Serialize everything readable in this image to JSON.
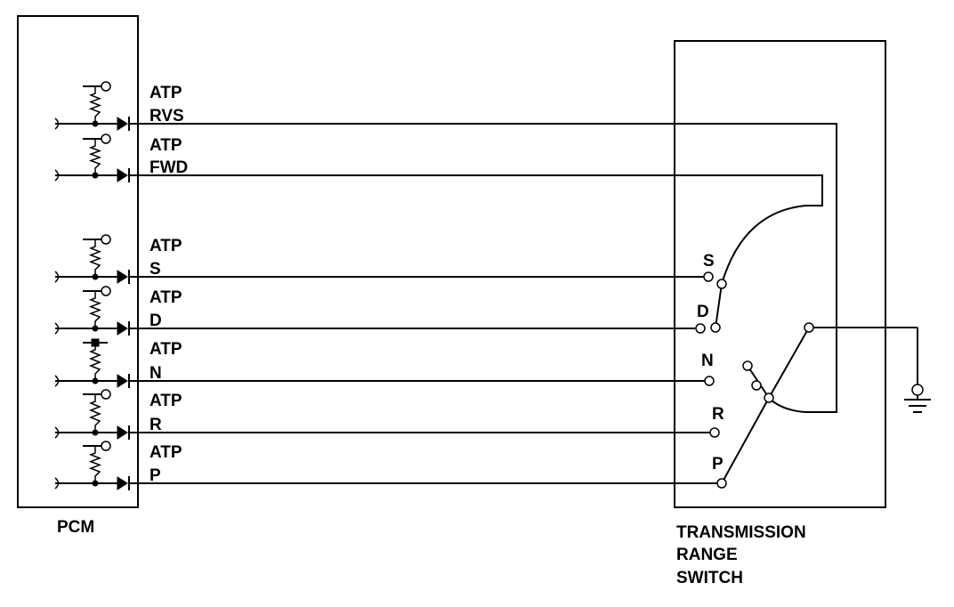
{
  "pcm": {
    "label": "PCM",
    "circuits": [
      {
        "key": "rvs",
        "line1": "ATP",
        "line2": "RVS",
        "pullup_terminal": "open"
      },
      {
        "key": "fwd",
        "line1": "ATP",
        "line2": "FWD",
        "pullup_terminal": "open"
      },
      {
        "key": "s",
        "line1": "ATP",
        "line2": "S",
        "pullup_terminal": "open"
      },
      {
        "key": "d",
        "line1": "ATP",
        "line2": "D",
        "pullup_terminal": "open"
      },
      {
        "key": "n",
        "line1": "ATP",
        "line2": "N",
        "pullup_terminal": "filled"
      },
      {
        "key": "r",
        "line1": "ATP",
        "line2": "R",
        "pullup_terminal": "open"
      },
      {
        "key": "p",
        "line1": "ATP",
        "line2": "P",
        "pullup_terminal": "open"
      }
    ]
  },
  "switch": {
    "label_lines": [
      "TRANSMISSION",
      "RANGE",
      "SWITCH"
    ],
    "positions": [
      "S",
      "D",
      "N",
      "R",
      "P"
    ]
  },
  "ground": {
    "icon": "ground-icon"
  }
}
